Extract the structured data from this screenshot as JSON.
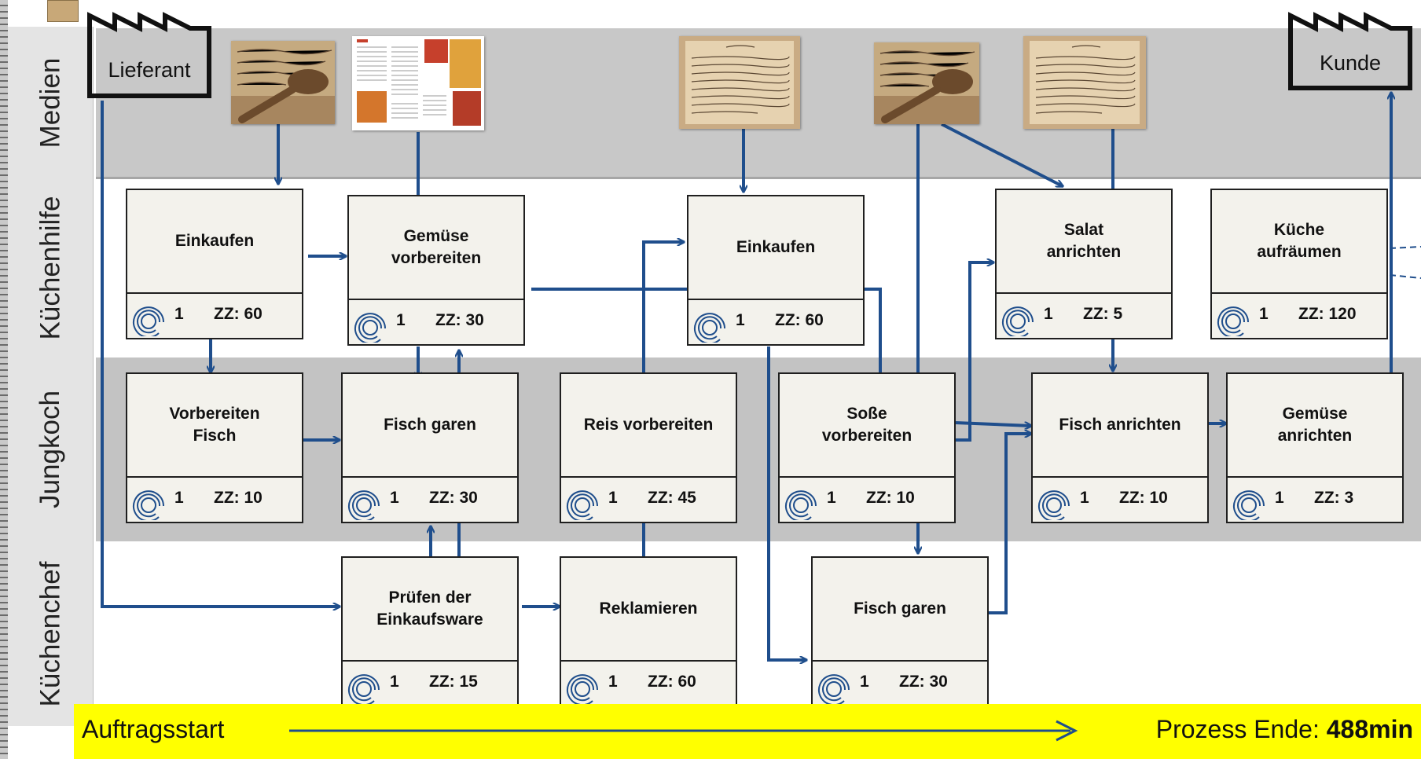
{
  "lanes": {
    "medien": "Medien",
    "kuechenhilfe": "Küchenhilfe",
    "jungkoch": "Jungkoch",
    "kuechenchef": "Küchenchef"
  },
  "external": {
    "supplier": "Lieferant",
    "customer": "Kunde"
  },
  "processes": [
    {
      "id": "p1",
      "title": "Einkaufen",
      "operators": "1",
      "zz": "ZZ: 60"
    },
    {
      "id": "p2",
      "title": "Gemüse\nvorbereiten",
      "operators": "1",
      "zz": "ZZ: 30"
    },
    {
      "id": "p3",
      "title": "Einkaufen",
      "operators": "1",
      "zz": "ZZ: 60"
    },
    {
      "id": "p4",
      "title": "Salat\nanrichten",
      "operators": "1",
      "zz": "ZZ: 5"
    },
    {
      "id": "p5",
      "title": "Küche\naufräumen",
      "operators": "1",
      "zz": "ZZ: 120"
    },
    {
      "id": "p6",
      "title": "Vorbereiten\nFisch",
      "operators": "1",
      "zz": "ZZ: 10"
    },
    {
      "id": "p7",
      "title": "Fisch garen",
      "operators": "1",
      "zz": "ZZ: 30"
    },
    {
      "id": "p8",
      "title": "Reis vorbereiten",
      "operators": "1",
      "zz": "ZZ: 45"
    },
    {
      "id": "p9",
      "title": "Soße\nvorbereiten",
      "operators": "1",
      "zz": "ZZ: 10"
    },
    {
      "id": "p10",
      "title": "Fisch anrichten",
      "operators": "1",
      "zz": "ZZ: 10"
    },
    {
      "id": "p11",
      "title": "Gemüse\nanrichten",
      "operators": "1",
      "zz": "ZZ: 3"
    },
    {
      "id": "p12",
      "title": "Prüfen der\nEinkaufsware",
      "operators": "1",
      "zz": "ZZ: 15"
    },
    {
      "id": "p13",
      "title": "Reklamieren",
      "operators": "1",
      "zz": "ZZ: 60"
    },
    {
      "id": "p14",
      "title": "Fisch garen",
      "operators": "1",
      "zz": "ZZ: 30"
    }
  ],
  "footer": {
    "start": "Auftragsstart",
    "end_label": "Prozess Ende:",
    "end_value": "488min"
  },
  "colors": {
    "arrow": "#1f4e8c",
    "footer_bg": "#ffff00",
    "medien_band": "#c8c8c8",
    "jungkoch_band": "#c3c3c3",
    "process_fill": "#f3f2ec"
  }
}
